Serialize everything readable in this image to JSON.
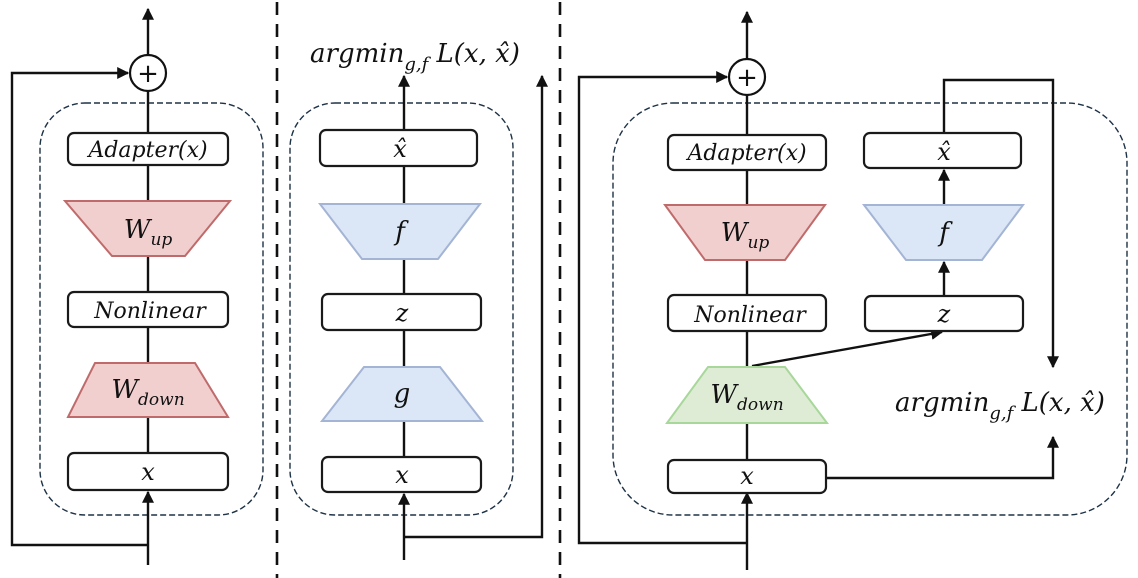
{
  "figure": {
    "description": "Three-panel adapter diagram",
    "panels": [
      {
        "id": "adapter",
        "output_symbol": "+",
        "blocks": {
          "adapter_out": "Adapter(x)",
          "w_up": "W",
          "w_up_sub": "up",
          "nonlinear": "Nonlinear",
          "w_down": "W",
          "w_down_sub": "down",
          "input": "x"
        }
      },
      {
        "id": "autoencoder",
        "objective": {
          "main": "argmin",
          "sub": "g,f",
          "rest": " L(x, x̂)"
        },
        "blocks": {
          "recon": "x̂",
          "decoder": "f",
          "latent": "z",
          "encoder": "g",
          "input": "x"
        }
      },
      {
        "id": "combined",
        "output_symbol": "+",
        "objective": {
          "main": "argmin",
          "sub": "g,f",
          "rest": " L(x, x̂)"
        },
        "blocks": {
          "adapter_out": "Adapter(x)",
          "w_up": "W",
          "w_up_sub": "up",
          "nonlinear": "Nonlinear",
          "w_down": "W",
          "w_down_sub": "down",
          "input": "x",
          "recon": "x̂",
          "decoder": "f",
          "latent": "z"
        }
      }
    ],
    "colors": {
      "adapter_fill": "#f2cfcf",
      "adapter_stroke": "#c06b6b",
      "autoencoder_fill": "#dbe6f6",
      "autoencoder_stroke": "#a3b4d4",
      "shared_fill": "#deecd6",
      "shared_stroke": "#a8d79a",
      "dashed_border": "#1e3246"
    }
  }
}
